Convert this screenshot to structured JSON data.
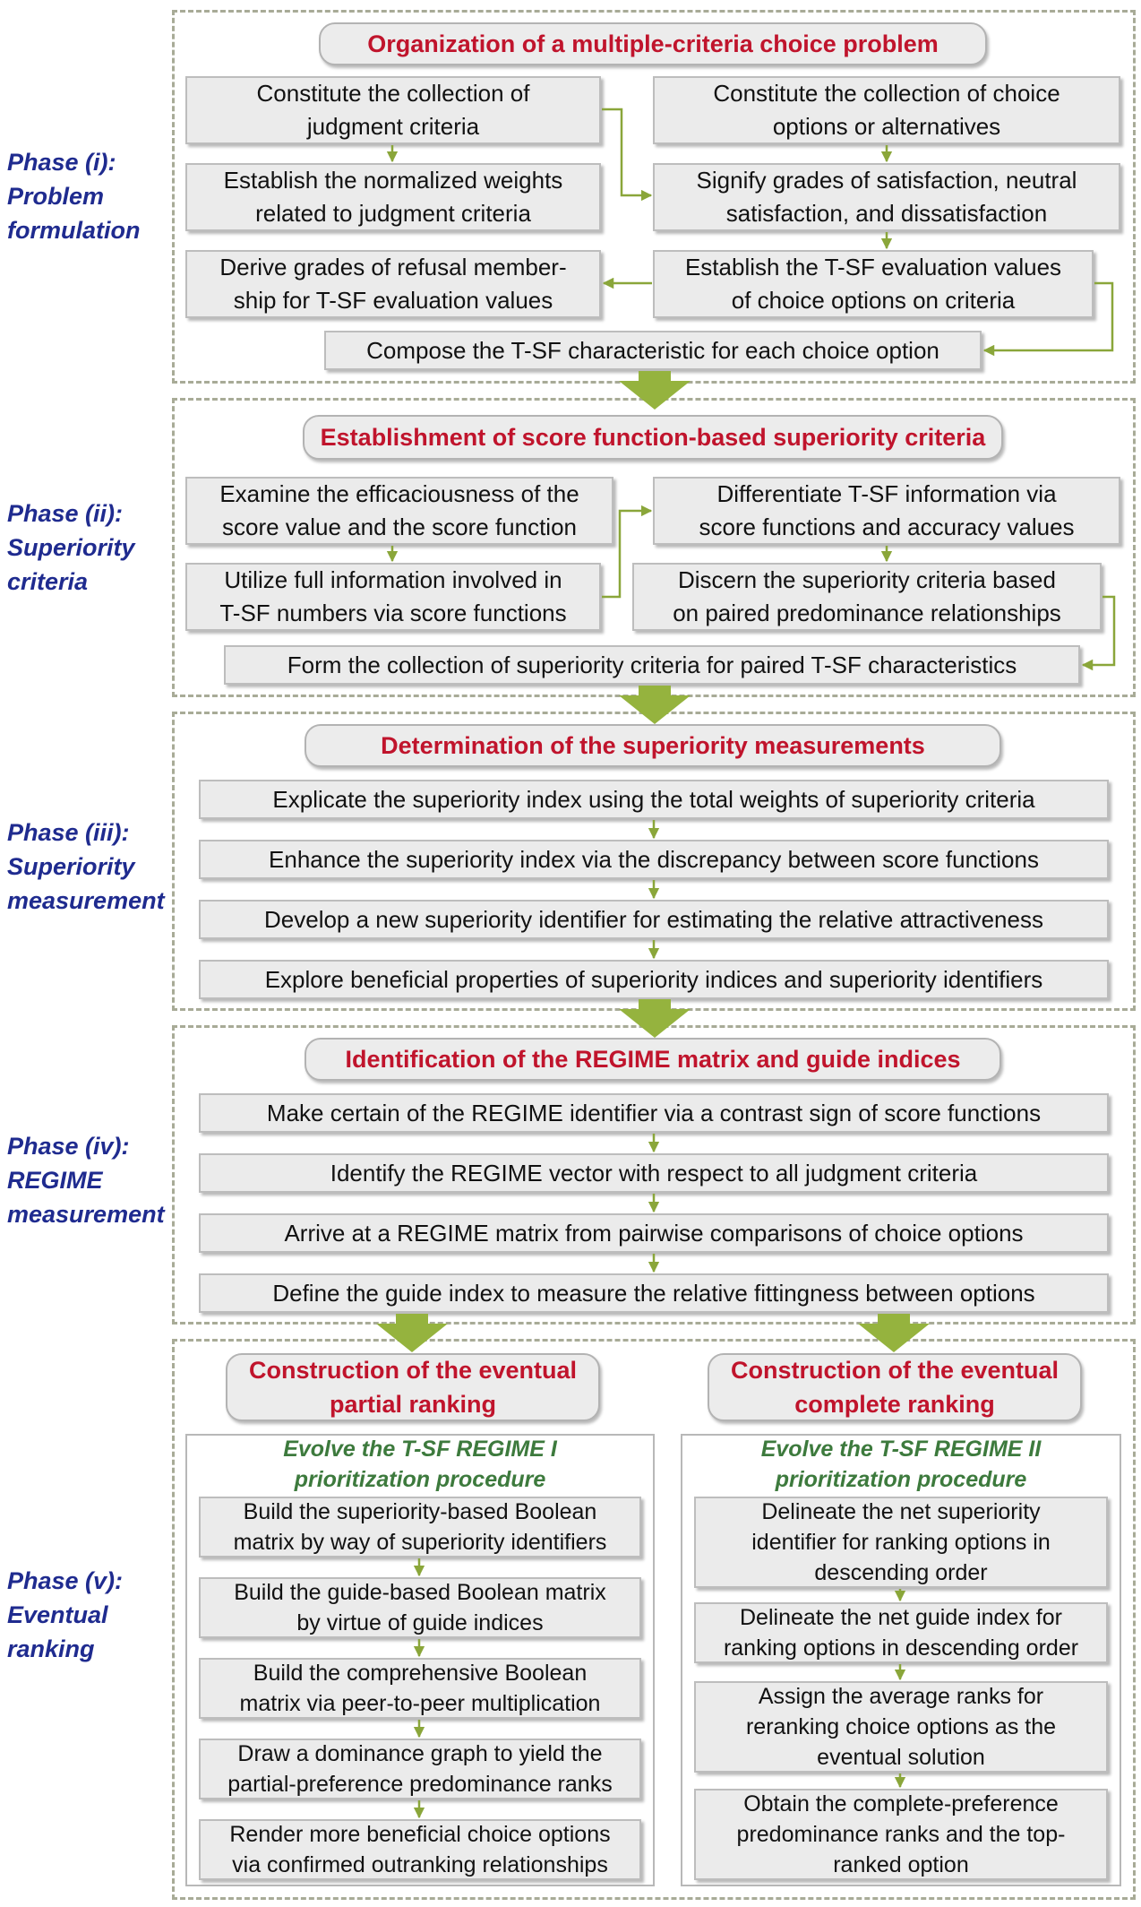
{
  "phases": [
    {
      "label": [
        "Phase (i):",
        "Problem",
        "formulation"
      ],
      "title": "Organization of a multiple-criteria choice problem",
      "boxes": [
        [
          "Constitute the collection of",
          "judgment criteria"
        ],
        [
          "Constitute the collection of choice",
          "options or alternatives"
        ],
        [
          "Establish the normalized weights",
          "related to judgment criteria"
        ],
        [
          "Signify grades of satisfaction, neutral",
          "satisfaction, and dissatisfaction"
        ],
        [
          "Derive grades of refusal member-",
          "ship for T-SF evaluation values"
        ],
        [
          "Establish the T-SF evaluation values",
          "of choice options on criteria"
        ],
        [
          "Compose the T-SF characteristic for each choice option"
        ]
      ]
    },
    {
      "label": [
        "Phase (ii):",
        "Superiority",
        "criteria"
      ],
      "title": "Establishment of score function-based superiority criteria",
      "boxes": [
        [
          "Examine the efficaciousness of the",
          "score value and the score function"
        ],
        [
          "Differentiate T-SF information via",
          "score functions and accuracy values"
        ],
        [
          "Utilize full information involved in",
          "T-SF numbers via score functions"
        ],
        [
          "Discern the superiority criteria based",
          "on paired predominance relationships"
        ],
        [
          "Form the collection of superiority criteria for paired T-SF characteristics"
        ]
      ]
    },
    {
      "label": [
        "Phase (iii):",
        "Superiority",
        "measurement"
      ],
      "title": "Determination of the superiority measurements",
      "boxes": [
        [
          "Explicate the superiority index using the total weights of superiority criteria"
        ],
        [
          "Enhance the superiority index via the discrepancy between score functions"
        ],
        [
          "Develop a new superiority identifier for estimating the relative attractiveness"
        ],
        [
          "Explore beneficial properties of superiority indices and superiority identifiers"
        ]
      ]
    },
    {
      "label": [
        "Phase (iv):",
        "REGIME",
        "measurement"
      ],
      "title": "Identification of the REGIME matrix and guide indices",
      "boxes": [
        [
          "Make certain of the REGIME identifier via a contrast sign of score functions"
        ],
        [
          "Identify the REGIME vector with respect to all judgment criteria"
        ],
        [
          "Arrive at a REGIME matrix from pairwise comparisons of choice options"
        ],
        [
          "Define the guide index to measure the relative fittingness between options"
        ]
      ]
    },
    {
      "label": [
        "Phase (v):",
        "Eventual",
        "ranking"
      ],
      "left": {
        "title": [
          "Construction of the eventual",
          "partial ranking"
        ],
        "subtitle": [
          "Evolve the T-SF REGIME I",
          "prioritization procedure"
        ],
        "boxes": [
          [
            "Build the superiority-based Boolean",
            "matrix by way of superiority identifiers"
          ],
          [
            "Build the guide-based Boolean matrix",
            "by virtue of guide indices"
          ],
          [
            "Build the comprehensive Boolean",
            "matrix via peer-to-peer multiplication"
          ],
          [
            "Draw a dominance graph to yield the",
            "partial-preference predominance ranks"
          ],
          [
            "Render more beneficial choice options",
            "via confirmed outranking relationships"
          ]
        ]
      },
      "right": {
        "title": [
          "Construction of the eventual",
          "complete ranking"
        ],
        "subtitle": [
          "Evolve the T-SF REGIME II",
          "prioritization procedure"
        ],
        "boxes": [
          [
            "Delineate the net superiority",
            "identifier for ranking options in",
            "descending order"
          ],
          [
            "Delineate the net guide index for",
            "ranking options in descending order"
          ],
          [
            "Assign the average ranks for",
            "reranking choice options as the",
            "eventual solution"
          ],
          [
            "Obtain the complete-preference",
            "predominance ranks and the top-",
            "ranked option"
          ]
        ]
      }
    }
  ],
  "colors": {
    "title": "#c0142c",
    "phase_label": "#1f2b8f",
    "subtitle": "#3d7a3d",
    "arrow": "#8aa63a"
  }
}
